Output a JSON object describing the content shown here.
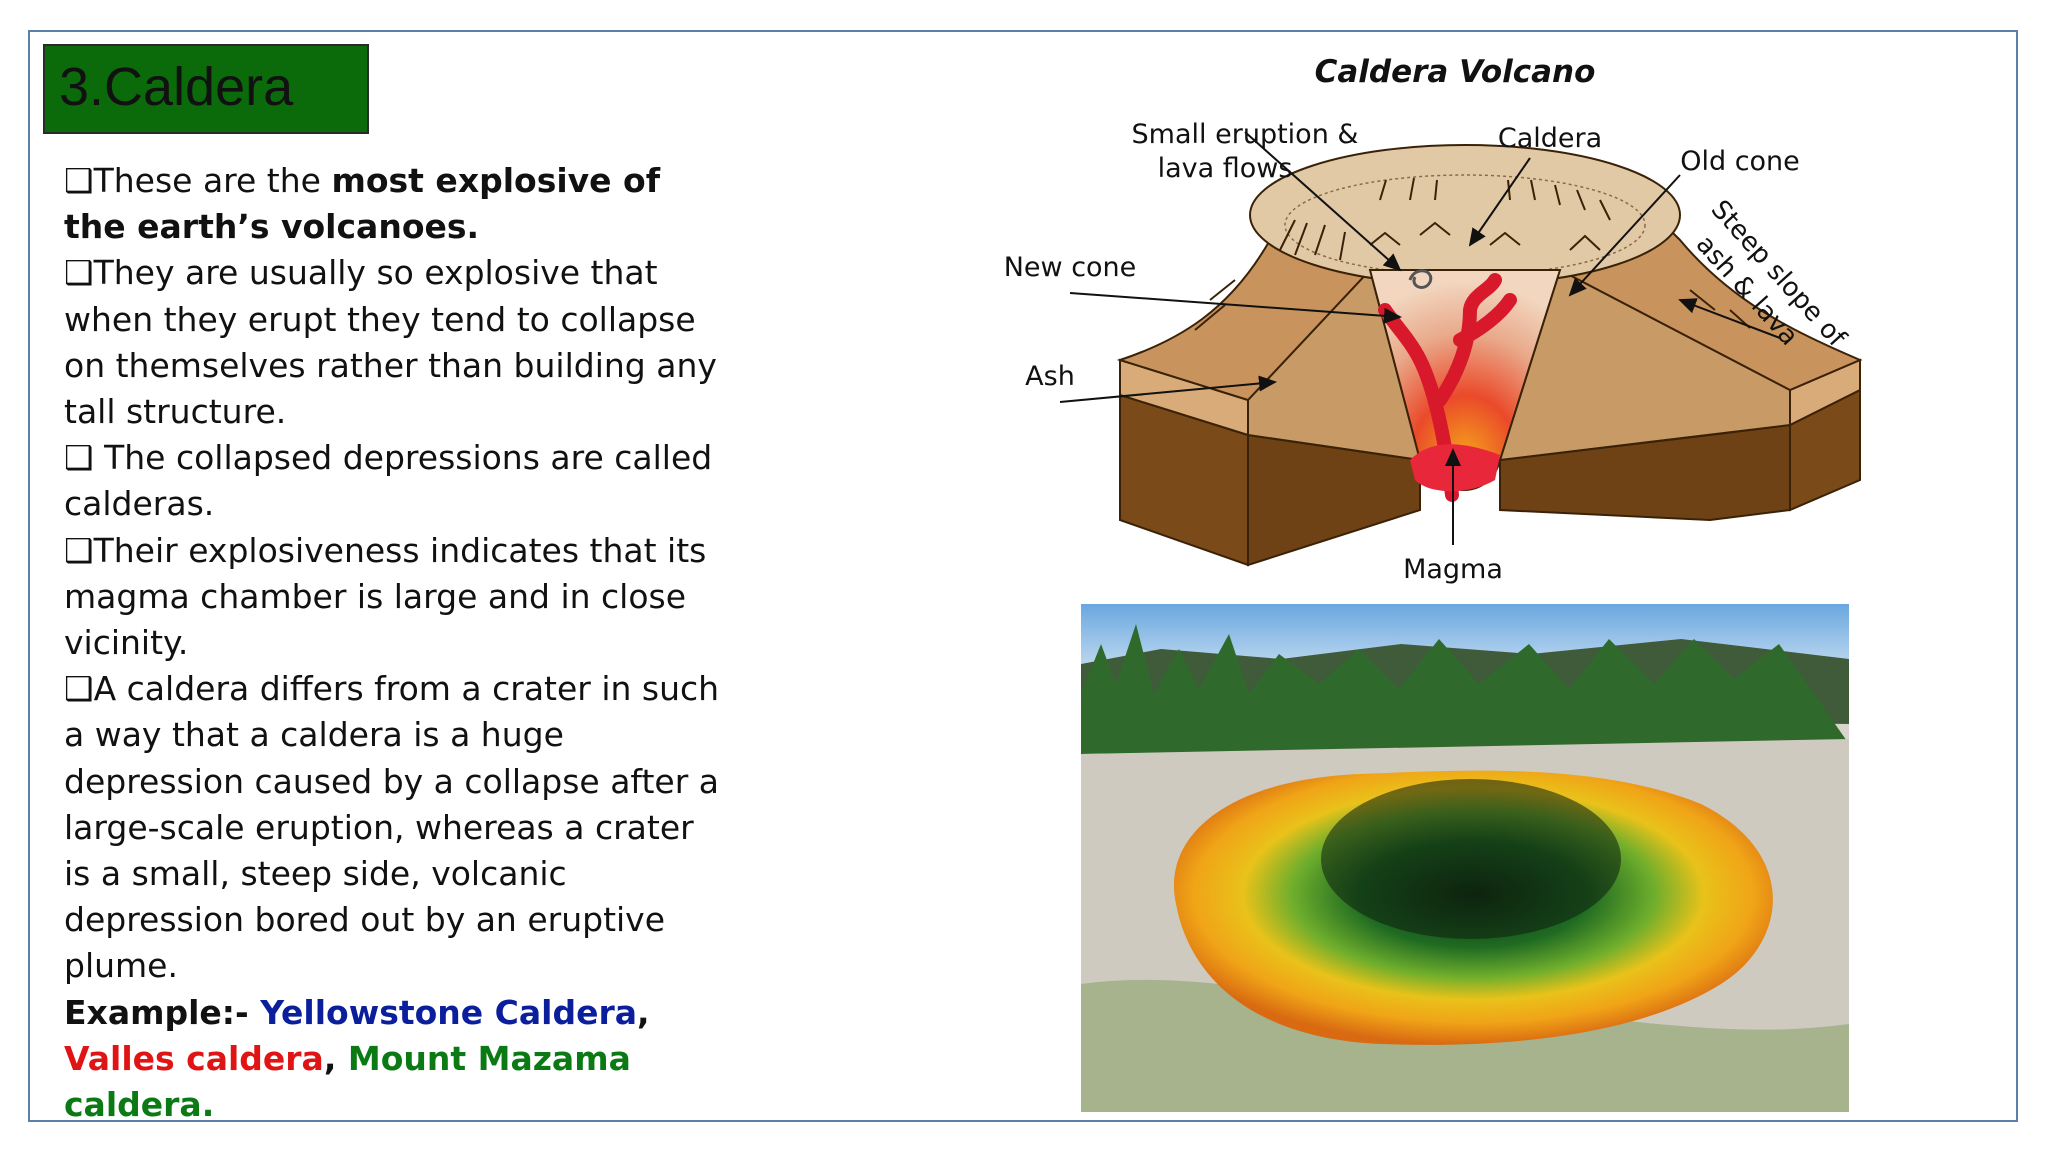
{
  "slide": {
    "title": "3.Caldera",
    "bullet_glyph": "❑",
    "bullets": [
      {
        "plain": "These are the ",
        "bold": "most explosive of the earth’s volcanoes."
      },
      {
        "plain": "They are usually so explosive that when they erupt they tend to collapse on themselves rather than building any tall structure."
      },
      {
        "plain": " The collapsed depressions are called calderas."
      },
      {
        "plain": "Their explosiveness indicates that its magma chamber is large and in close vicinity."
      },
      {
        "plain": "A caldera differs from a crater in such a way that a caldera is a huge depression caused by a collapse after a large-scale eruption, whereas a crater is a small, steep side, volcanic depression bored out by an eruptive plume."
      }
    ],
    "example": {
      "label": "Example:- ",
      "items": [
        {
          "text": "Yellowstone Caldera",
          "color": "#0b1f9c"
        },
        {
          "text": "Valles caldera",
          "color": "#e01414"
        },
        {
          "text": "Mount Mazama caldera.",
          "color": "#0b7a14"
        }
      ],
      "separator": ", "
    }
  },
  "diagram": {
    "title": "Caldera Volcano",
    "labels": {
      "small_eruption_1": "Small eruption &",
      "small_eruption_2": "lava flows",
      "caldera": "Caldera",
      "old_cone": "Old cone",
      "new_cone": "New cone",
      "ash": "Ash",
      "steep_1": "Steep slope of",
      "steep_2": "ash & lava",
      "magma": "Magma"
    }
  },
  "colors": {
    "title_bg": "#0b6b0b",
    "frame": "#5b7fa6"
  },
  "photo": {
    "subject": "colorful hot spring pool with yellow-orange rim and green center, forest background"
  }
}
